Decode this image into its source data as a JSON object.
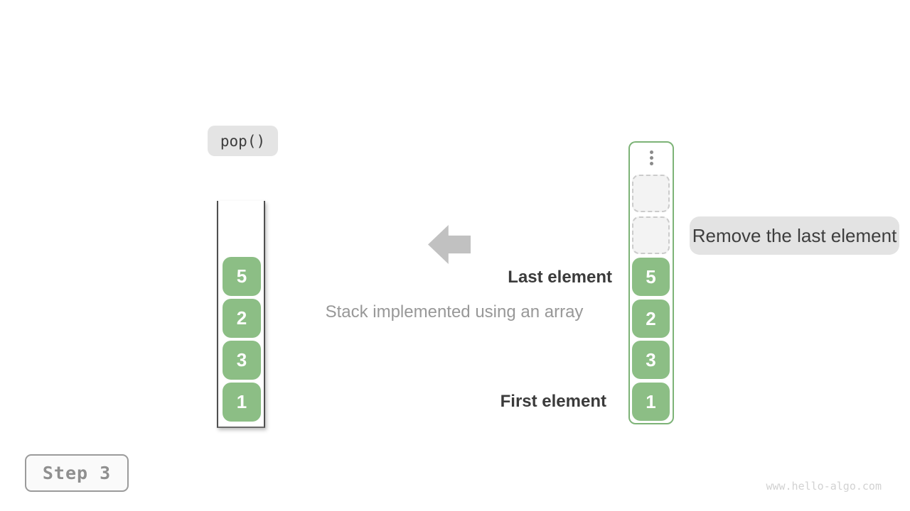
{
  "operation": {
    "label": "pop()"
  },
  "stack": {
    "description": "stack drawn as open-top container",
    "values_top_to_bottom": [
      "5",
      "2",
      "3",
      "1"
    ]
  },
  "array": {
    "description": "stack implemented using an array, green bordered container",
    "ellipsis_icon": "vertical-dots",
    "empty_slot_count": 2,
    "values_top_to_bottom": [
      "5",
      "2",
      "3",
      "1"
    ]
  },
  "annotations": {
    "last_element": "Last element",
    "first_element": "First element",
    "caption": "Stack implemented using an array",
    "remove_callout": "Remove the last element",
    "arrow_direction": "left"
  },
  "step": {
    "label": "Step 3"
  },
  "watermark": {
    "text": "www.hello-algo.com"
  },
  "colors": {
    "cell_green": "#8cbe85",
    "array_border_green": "#7db377",
    "callout_bg": "#e3e3e3",
    "dark_text": "#3b3b3b",
    "caption_gray": "#989898",
    "arrow_gray": "#c1c1c1",
    "step_text": "#8f8f8f",
    "watermark_gray": "#d2d2d2"
  }
}
